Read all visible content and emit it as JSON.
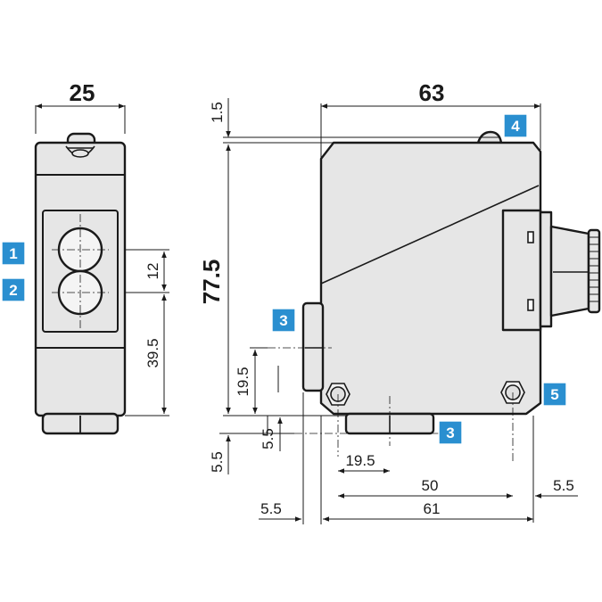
{
  "dimensions": {
    "front_width": "25",
    "side_width": "63",
    "top_gap": "1.5",
    "height": "77.5",
    "lens_spacing": "12",
    "lens_height": "39.5",
    "connector_height": "19.5",
    "base_offset_right": "5.5",
    "base_offset_left_low": "5.5",
    "connector_width": "19.5",
    "mount_spacing": "50",
    "right_offset": "5.5",
    "left_offset": "5.5",
    "mount_overall": "61"
  },
  "callouts": {
    "c1": "1",
    "c2": "2",
    "c3_side": "3",
    "c3_bottom": "3",
    "c4": "4",
    "c5": "5"
  },
  "colors": {
    "body_fill": "#e6e6e6",
    "callout_blue": "#2a8fd0",
    "line": "#1a1a1a"
  }
}
